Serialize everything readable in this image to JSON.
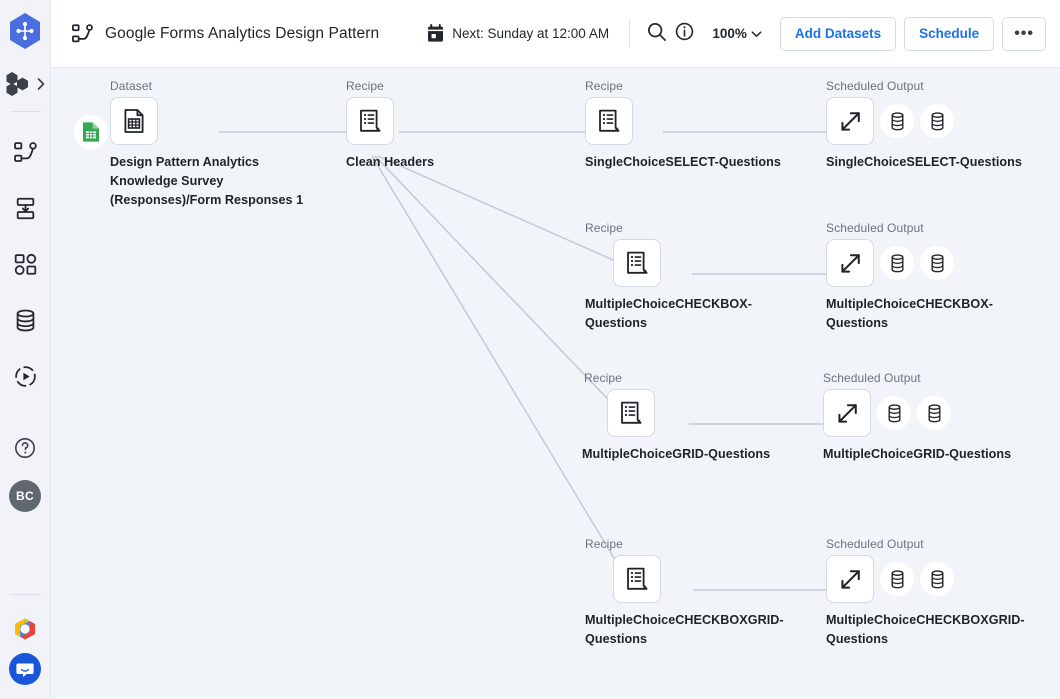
{
  "rail": {
    "logo_icon": "octavia-hexagon-logo",
    "project_icon": "project-hexagons-icon",
    "project_expand_icon": "chevron-right-icon",
    "items": [
      {
        "icon": "flow-pipeline-icon",
        "name": "sidebar-item-flows"
      },
      {
        "icon": "import-data-icon",
        "name": "sidebar-item-import"
      },
      {
        "icon": "apps-grid-icon",
        "name": "sidebar-item-plans"
      },
      {
        "icon": "database-icon",
        "name": "sidebar-item-connections"
      },
      {
        "icon": "job-run-icon",
        "name": "sidebar-item-jobs"
      },
      {
        "icon": "help-circle-icon",
        "name": "sidebar-item-help"
      }
    ],
    "avatar_initials": "BC",
    "cloud_logo_icon": "google-cloud-logo",
    "support_icon": "support-chat-icon"
  },
  "header": {
    "flow_icon": "flow-graph-icon",
    "title": "Google Forms Analytics Design Pattern",
    "calendar_icon": "calendar-icon",
    "schedule_text": "Next: Sunday at 12:00 AM",
    "search_icon": "search-icon",
    "info_icon": "info-circle-icon",
    "zoom_level": "100%",
    "zoom_caret_icon": "chevron-down-icon",
    "add_datasets_label": "Add Datasets",
    "schedule_label": "Schedule",
    "more_label": "•••"
  },
  "canvas": {
    "captions": {
      "dataset": "Dataset",
      "recipe": "Recipe",
      "scheduled_output": "Scheduled Output"
    },
    "icons": {
      "dataset": "table-document-icon",
      "recipe": "recipe-document-icon",
      "output": "export-arrow-icon",
      "database": "database-cylinder-icon",
      "sheets_source": "google-sheets-icon"
    },
    "source_dataset": {
      "caption": "Dataset",
      "label": "Design Pattern Analytics Knowledge Survey (Responses)/Form Responses 1"
    },
    "clean_recipe": {
      "caption": "Recipe",
      "label": "Clean Headers"
    },
    "branches": [
      {
        "recipe_caption": "Recipe",
        "recipe_label": "SingleChoiceSELECT-Questions",
        "output_caption": "Scheduled Output",
        "output_label": "SingleChoiceSELECT-Questions"
      },
      {
        "recipe_caption": "Recipe",
        "recipe_label": "MultipleChoiceCHECKBOX-Questions",
        "output_caption": "Scheduled Output",
        "output_label": "MultipleChoiceCHECKBOX-Questions"
      },
      {
        "recipe_caption": "Recipe",
        "recipe_label": "MultipleChoiceGRID-Questions",
        "output_caption": "Scheduled Output",
        "output_label": "MultipleChoiceGRID-Questions"
      },
      {
        "recipe_caption": "Recipe",
        "recipe_label": "MultipleChoiceCHECKBOXGRID-Questions",
        "output_caption": "Scheduled Output",
        "output_label": "MultipleChoiceCHECKBOXGRID-Questions"
      }
    ]
  },
  "colors": {
    "accent_blue": "#1a73e8",
    "canvas_bg": "#f1f4f9",
    "edge": "#c2cada",
    "sheets_green": "#34a853",
    "avatar_gray": "#5f6771"
  }
}
